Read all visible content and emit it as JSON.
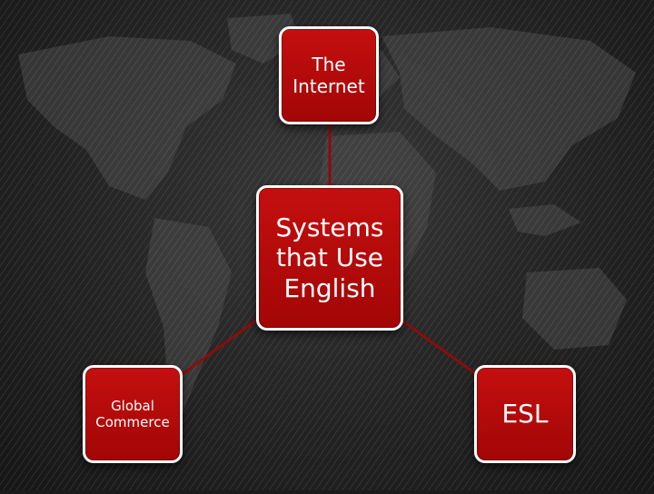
{
  "diagram": {
    "center": {
      "label": "Systems\nthat  Use\nEnglish"
    },
    "top": {
      "label": "The\nInternet"
    },
    "bottom_left": {
      "label": "Global\nCommerce"
    },
    "bottom_right": {
      "label": "ESL"
    }
  },
  "colors": {
    "node_fill": "#b80909",
    "node_border": "#ffffff",
    "connector": "#8a0d0d",
    "background": "#1b1b1b"
  }
}
